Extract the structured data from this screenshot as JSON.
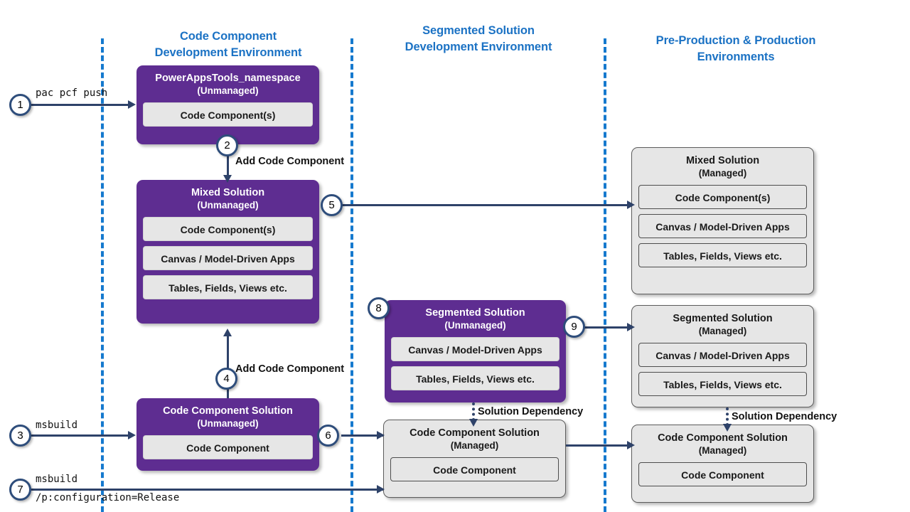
{
  "diagram": {
    "title": "Power Apps component framework ALM flow",
    "colors": {
      "purple": "#5E2D91",
      "gray": "#E6E6E6",
      "accent_blue": "#1B72C4",
      "divider_blue": "#1579CE",
      "arrow_navy": "#2E4269"
    }
  },
  "lanes": [
    {
      "id": "code-component-dev",
      "title_line1": "Code Component",
      "title_line2": "Development Environment"
    },
    {
      "id": "segmented-solution-dev",
      "title_line1": "Segmented Solution",
      "title_line2": "Development Environment"
    },
    {
      "id": "preprod-prod",
      "title_line1": "Pre-Production & Production",
      "title_line2": "Environments"
    }
  ],
  "boxes": {
    "powerappstools": {
      "title": "PowerAppsTools_namespace",
      "state": "(Unmanaged)",
      "items": [
        "Code Component(s)"
      ]
    },
    "mixed_unmanaged": {
      "title": "Mixed Solution",
      "state": "(Unmanaged)",
      "items": [
        "Code Component(s)",
        "Canvas / Model-Driven Apps",
        "Tables, Fields, Views etc."
      ]
    },
    "mixed_managed": {
      "title": "Mixed Solution",
      "state": "(Managed)",
      "items": [
        "Code Component(s)",
        "Canvas / Model-Driven Apps",
        "Tables, Fields, Views etc."
      ]
    },
    "segmented_unmanaged": {
      "title": "Segmented Solution",
      "state": "(Unmanaged)",
      "items": [
        "Canvas / Model-Driven Apps",
        "Tables, Fields, Views etc."
      ]
    },
    "segmented_managed": {
      "title": "Segmented Solution",
      "state": "(Managed)",
      "items": [
        "Canvas / Model-Driven Apps",
        "Tables, Fields, Views etc."
      ]
    },
    "ccs_unmanaged": {
      "title": "Code Component Solution",
      "state": "(Unmanaged)",
      "items": [
        "Code Component"
      ]
    },
    "ccs_managed_mid": {
      "title": "Code Component Solution",
      "state": "(Managed)",
      "items": [
        "Code Component"
      ]
    },
    "ccs_managed_prod": {
      "title": "Code Component Solution",
      "state": "(Managed)",
      "items": [
        "Code Component"
      ]
    }
  },
  "steps": [
    {
      "num": "1"
    },
    {
      "num": "2"
    },
    {
      "num": "3"
    },
    {
      "num": "4"
    },
    {
      "num": "5"
    },
    {
      "num": "6"
    },
    {
      "num": "7"
    },
    {
      "num": "8"
    },
    {
      "num": "9"
    }
  ],
  "labels": {
    "cmd_pac_pcf_push": "pac pcf push",
    "cmd_msbuild": "msbuild",
    "cmd_msbuild_release_l1": "msbuild",
    "cmd_msbuild_release_l2": "/p:configuration=Release",
    "add_code_component_top": "Add Code Component",
    "add_code_component_bottom": "Add Code Component",
    "solution_dependency_mid": "Solution Dependency",
    "solution_dependency_prod": "Solution Dependency"
  }
}
